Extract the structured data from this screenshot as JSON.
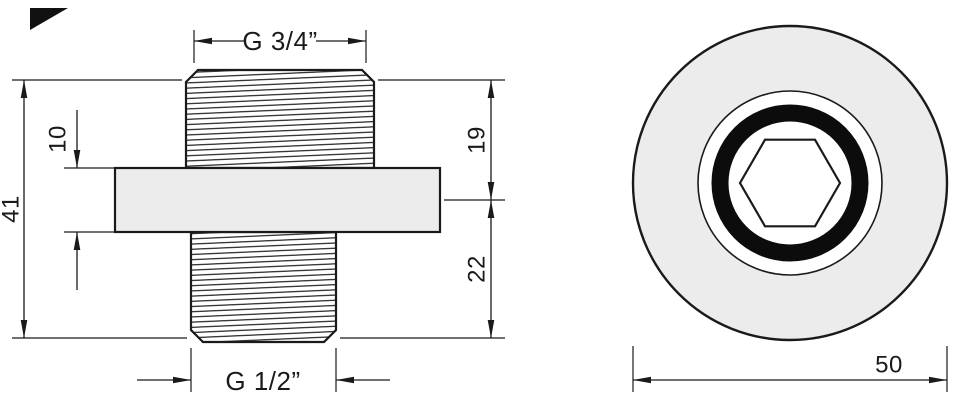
{
  "side_view": {
    "top_thread_label": "G 3/4”",
    "bottom_thread_label": "G 1/2”",
    "overall_length": "41",
    "flange_thickness": "10",
    "upper_length": "19",
    "lower_length": "22"
  },
  "front_view": {
    "outer_diameter": "50"
  },
  "colors": {
    "line": "#1a1a1a",
    "light_fill": "#ececec",
    "ring_black": "#0c0c0c",
    "background": "#ffffff"
  }
}
